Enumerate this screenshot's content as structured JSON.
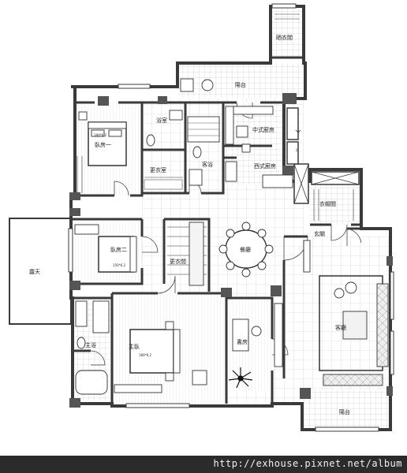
{
  "rooms": {
    "laundry": "晒衣間",
    "balcony_top": "陽台",
    "bath_top": "浴室",
    "kitchen_cn": "中式廚房",
    "kitchen_west": "西式廚房",
    "bedroom1": "臥房一",
    "walkin_top": "更衣室",
    "guest_bath": "客浴",
    "closet_room": "衣帽間",
    "dining": "餐廳",
    "entrance": "玄關",
    "terrace": "露天",
    "bedroom2": "臥房二",
    "walkin_mid": "更衣間",
    "living": "客廳",
    "master_bath": "主浴",
    "master_bedroom": "主臥",
    "study": "書房",
    "balcony_bottom": "陽台"
  },
  "bed_notes": {
    "bed1": "180*6.2",
    "bed2": "150*6.2",
    "master": "180*6.2"
  },
  "markers": {
    "up_number": "2"
  },
  "footer": {
    "url": "http://exhouse.pixnet.net/album"
  },
  "colors": {
    "wall": "#3a3a3a",
    "footer_bg": "#2b2b2b",
    "footer_text": "#f2f2f2"
  }
}
